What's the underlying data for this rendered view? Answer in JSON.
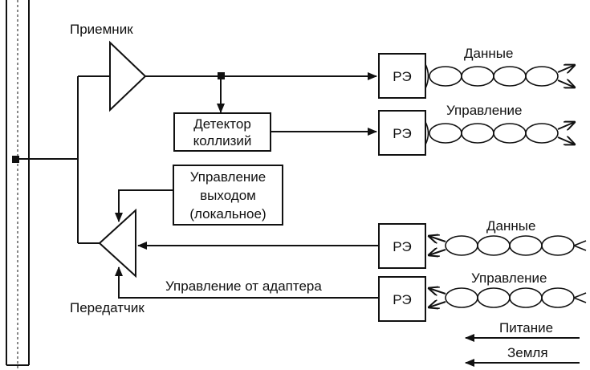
{
  "labels": {
    "receiver": "Приемник",
    "transmitter": "Передатчик",
    "collision_detector": [
      "Детектор",
      "коллизий"
    ],
    "output_control": [
      "Управление",
      "выходом",
      "(локальное)"
    ],
    "adapter_control": "Управление от адаптера",
    "relay": "РЭ",
    "data_out": "Данные",
    "control_out": "Управление",
    "data_in": "Данные",
    "control_in": "Управление",
    "power": "Питание",
    "ground": "Земля"
  },
  "colors": {
    "line": "#111111",
    "background": "#ffffff"
  }
}
